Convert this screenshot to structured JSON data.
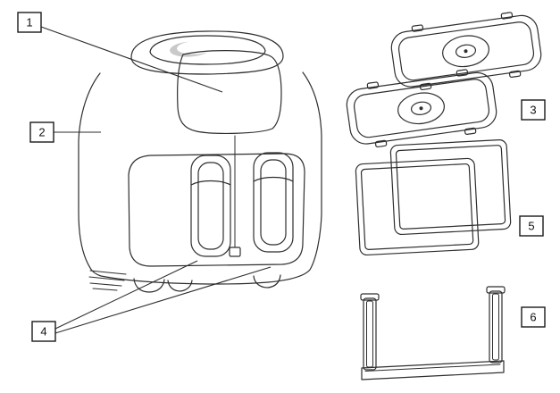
{
  "page": {
    "background": "#ffffff",
    "line_color": "#2e2e2e"
  },
  "diagram": {
    "type": "parts-diagram",
    "callouts": [
      {
        "label": "1"
      },
      {
        "label": "2"
      },
      {
        "label": "3"
      },
      {
        "label": "4"
      },
      {
        "label": "5"
      },
      {
        "label": "6"
      }
    ]
  }
}
